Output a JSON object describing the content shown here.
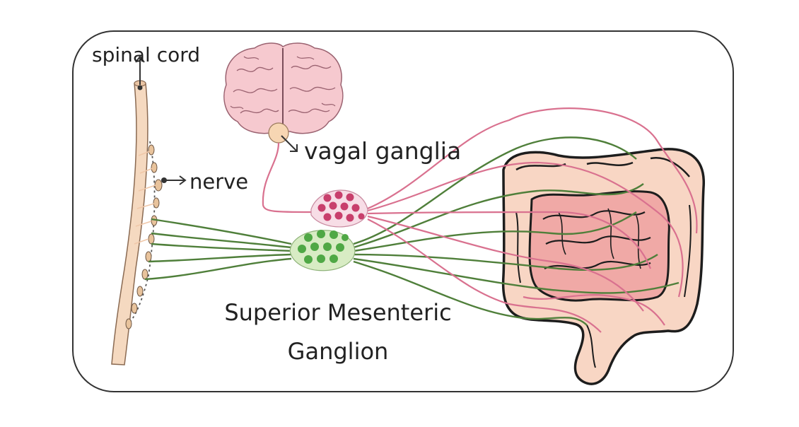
{
  "labels": {
    "spinal_cord": "spinal cord",
    "vagal_ganglia": "vagal ganglia",
    "nerve": "nerve",
    "smg_line1": "Superior Mesenteric",
    "smg_line2": "Ganglion"
  },
  "colors": {
    "frame": "#333333",
    "sympathetic_nerve": "#4f7f3a",
    "vagal_nerve": "#d9718f",
    "green_ganglion_fill": "#d8ecc4",
    "green_cell": "#4fa845",
    "pink_ganglion_fill": "#f7dde6",
    "pink_cell": "#c83f6c",
    "spinal_cord": "#f5d9c0",
    "brain": "#f6c9cf",
    "colon_outer": "#f8d6c4",
    "intestine_inner": "#f0a9a6"
  },
  "icons": [
    "arrow-up-icon",
    "arrow-right-icon",
    "arrow-down-right-icon"
  ]
}
